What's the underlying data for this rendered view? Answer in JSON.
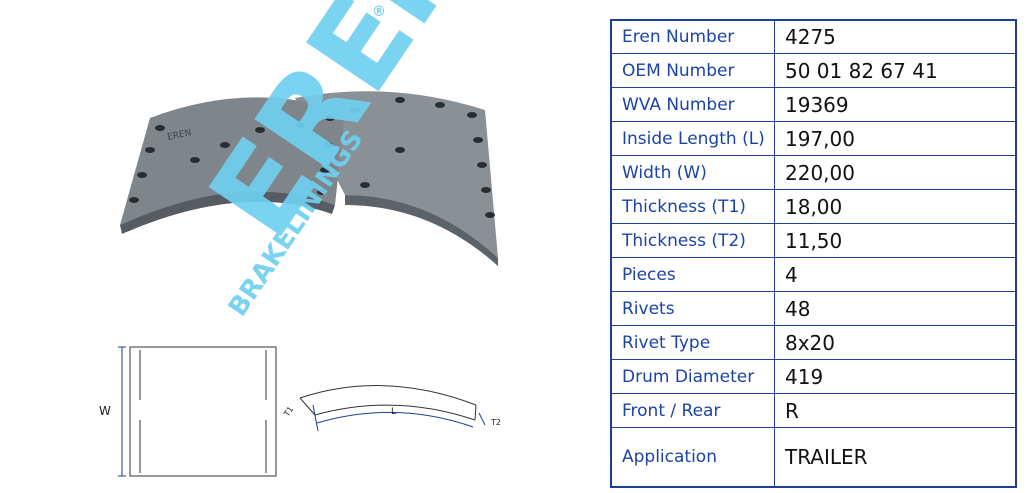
{
  "watermark": {
    "brand": "EREN",
    "sub": "BRAKELININGS",
    "mark": "®",
    "color": "#6fd0ef"
  },
  "photo_imprint": "EREN",
  "diagram": {
    "w_label": "W",
    "l_label": "L",
    "t1_label": "T1",
    "t2_label": "T2"
  },
  "specs": [
    {
      "label": "Eren Number",
      "value": "4275"
    },
    {
      "label": "OEM Number",
      "value": "50 01 82 67 41"
    },
    {
      "label": "WVA Number",
      "value": "19369"
    },
    {
      "label": "Inside Length (L)",
      "value": "197,00"
    },
    {
      "label": "Width (W)",
      "value": "220,00"
    },
    {
      "label": "Thickness (T1)",
      "value": "18,00"
    },
    {
      "label": "Thickness (T2)",
      "value": "11,50"
    },
    {
      "label": "Pieces",
      "value": "4"
    },
    {
      "label": "Rivets",
      "value": "48"
    },
    {
      "label": "Rivet Type",
      "value": "8x20"
    },
    {
      "label": "Drum Diameter",
      "value": "419"
    },
    {
      "label": "Front / Rear",
      "value": "R"
    },
    {
      "label": "Application",
      "value": "TRAILER"
    }
  ],
  "colors": {
    "table_border": "#1a3f93",
    "label_text": "#1c43a6",
    "lining": "#7f868b"
  }
}
